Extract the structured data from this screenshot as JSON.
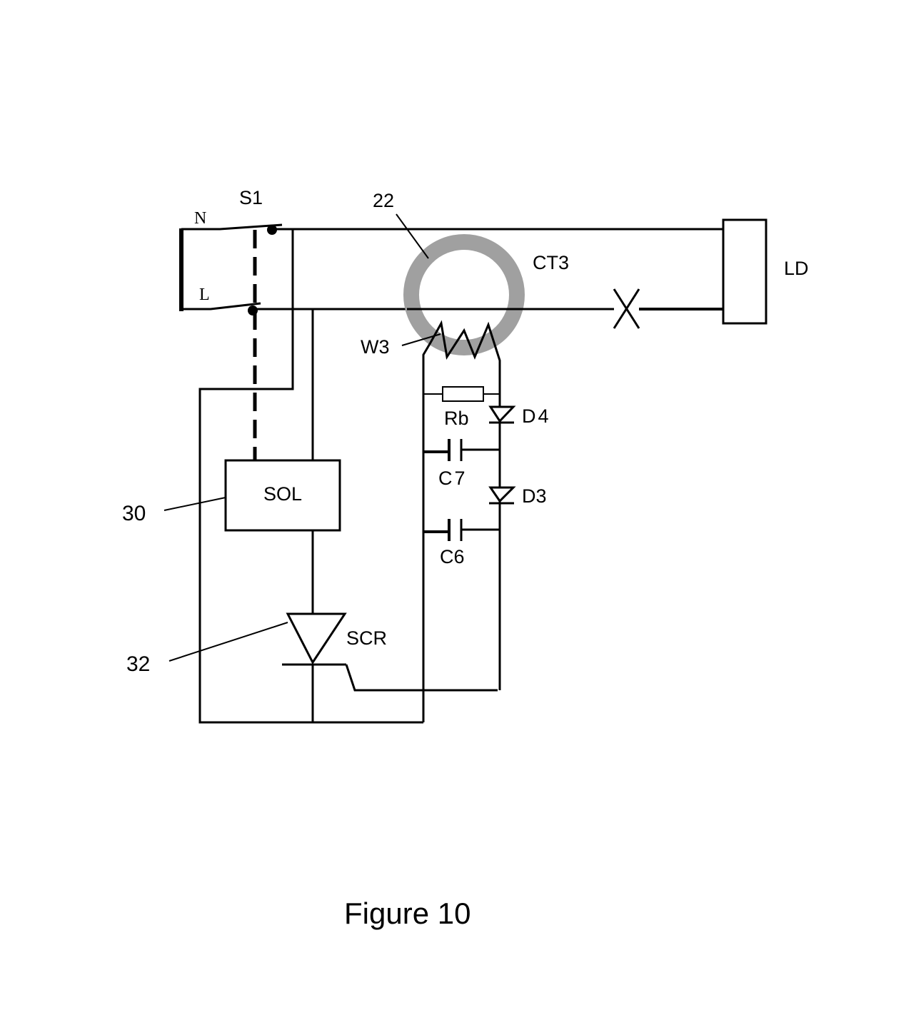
{
  "labels": {
    "switch": "S1",
    "neutral": "N",
    "line": "L",
    "core_ref": "22",
    "current_transformer": "CT3",
    "load": "LD",
    "winding": "W3",
    "burden_resistor": "Rb",
    "diode_4": "D4",
    "capacitor_7": "C7",
    "diode_3": "D3",
    "capacitor_6": "C6",
    "solenoid": "SOL",
    "solenoid_ref": "30",
    "scr": "SCR",
    "scr_ref": "32"
  },
  "caption": "Figure 10",
  "colors": {
    "line": "#000000",
    "core": "#a0a0a0"
  }
}
